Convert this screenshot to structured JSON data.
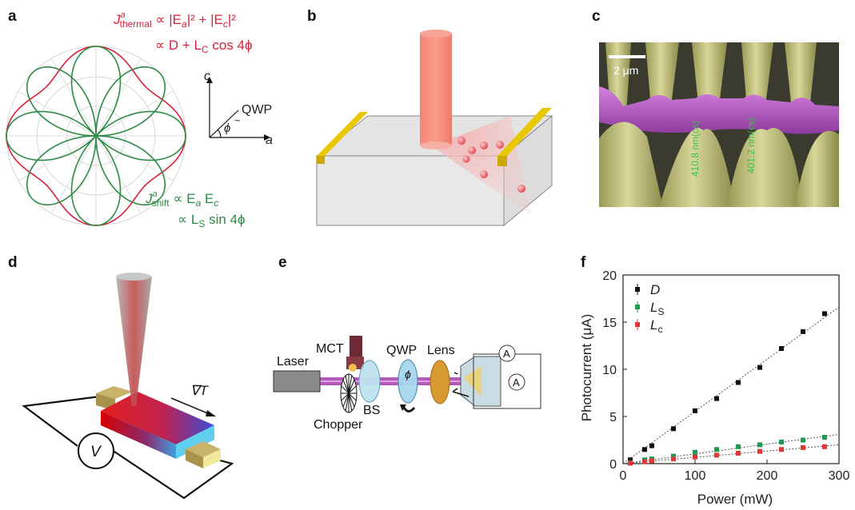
{
  "colors": {
    "thermal": "#d9213b",
    "shift": "#2e8b46",
    "series_D": "#111111",
    "series_Ls": "#1e9a50",
    "series_Lc": "#e23636",
    "gold": "#e3c600",
    "sem_yellow": "#c8c77a",
    "sem_purple": "#b24fc2"
  },
  "panels": {
    "a": {
      "letter": "a",
      "thermal_eq_line1_J": "J",
      "thermal_eq_line1_sup": "a",
      "thermal_eq_line1_sub": "thermal",
      "thermal_eq_line1_rest": " ∝ |E",
      "thermal_eq_line1_a": "a",
      "thermal_eq_line1_mid": "|² + |E",
      "thermal_eq_line1_c": "c",
      "thermal_eq_line1_end": "|²",
      "thermal_eq_line2": "∝ D + L",
      "thermal_eq_line2_sub": "C",
      "thermal_eq_line2_end": " cos 4ϕ",
      "shift_eq_line1_J": "J",
      "shift_eq_line1_sup": "a",
      "shift_eq_line1_sub": "shift",
      "shift_eq_line1_rest": " ∝ E",
      "shift_eq_line1_a": "a",
      "shift_eq_line1_mid": " E",
      "shift_eq_line1_c": "c",
      "shift_eq_line2": "∝ L",
      "shift_eq_line2_sub": "S",
      "shift_eq_line2_end": " sin 4ϕ",
      "axis_c": "c",
      "axis_a": "a",
      "qwp_label": "QWP",
      "phi_label": "ϕ"
    },
    "b": {
      "letter": "b"
    },
    "c": {
      "letter": "c",
      "scalebar": "2 μm",
      "meas1": "410.8 nm(cs)",
      "meas2": "401.2 nm(cs)"
    },
    "d": {
      "letter": "d",
      "gradient_label": "∇T",
      "voltmeter": "V"
    },
    "e": {
      "letter": "e",
      "laser": "Laser",
      "mct": "MCT",
      "qwp": "QWP",
      "lens": "Lens",
      "bs": "BS",
      "chopper": "Chopper",
      "ammeter1": "A",
      "ammeter2": "A",
      "phi": "ϕ"
    },
    "f": {
      "letter": "f"
    }
  },
  "chart_data": {
    "type": "scatter",
    "xlabel": "Power (mW)",
    "ylabel": "Photocurrent (μA)",
    "xlim": [
      0,
      300
    ],
    "ylim": [
      0,
      20
    ],
    "xticks": [
      0,
      100,
      200,
      300
    ],
    "yticks": [
      0,
      5,
      10,
      15,
      20
    ],
    "legend_placement": "top-left",
    "series": [
      {
        "name": "D",
        "name_sub": "",
        "color": "#111111",
        "x": [
          10,
          30,
          40,
          70,
          100,
          130,
          160,
          190,
          220,
          250,
          280
        ],
        "y": [
          0.4,
          1.5,
          1.9,
          3.7,
          5.6,
          6.9,
          8.6,
          10.2,
          12.2,
          14.0,
          15.9
        ],
        "fit": [
          [
            0,
            0
          ],
          [
            300,
            16.6
          ]
        ]
      },
      {
        "name": "L",
        "name_sub": "S",
        "color": "#1e9a50",
        "x": [
          10,
          30,
          40,
          70,
          100,
          130,
          160,
          190,
          220,
          250,
          280
        ],
        "y": [
          0.1,
          0.4,
          0.5,
          0.8,
          1.2,
          1.5,
          1.8,
          2.0,
          2.3,
          2.5,
          2.8
        ],
        "fit": [
          [
            0,
            0
          ],
          [
            300,
            3.1
          ]
        ]
      },
      {
        "name": "L",
        "name_sub": "c",
        "color": "#e23636",
        "x": [
          10,
          30,
          40,
          70,
          100,
          130,
          160,
          190,
          220,
          250,
          280
        ],
        "y": [
          0.05,
          0.2,
          0.3,
          0.5,
          0.7,
          0.9,
          1.1,
          1.3,
          1.5,
          1.7,
          1.8
        ],
        "fit": [
          [
            0,
            0
          ],
          [
            300,
            2.0
          ]
        ]
      }
    ]
  }
}
